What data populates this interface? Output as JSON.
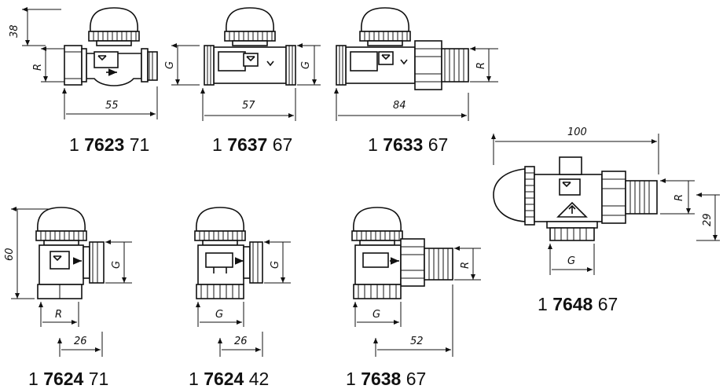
{
  "dimensions": {
    "d38": "38",
    "dR1": "R",
    "dG2": "G",
    "dG3": "G",
    "dR3": "R",
    "d55": "55",
    "d57": "57",
    "d84": "84",
    "d100": "100",
    "dR8": "R",
    "d29": "29",
    "dG8": "G",
    "d60": "60",
    "dG4": "G",
    "dR4": "R",
    "d26a": "26",
    "dG5": "G",
    "dG5b": "G",
    "d26b": "26",
    "dR6": "R",
    "dG6": "G",
    "d52": "52"
  },
  "captions": [
    {
      "pre": "1",
      "bold": "7623",
      "post": "71"
    },
    {
      "pre": "1",
      "bold": "7637",
      "post": "67"
    },
    {
      "pre": "1",
      "bold": "7633",
      "post": "67"
    },
    {
      "pre": "1",
      "bold": "7648",
      "post": "67"
    },
    {
      "pre": "1",
      "bold": "7624",
      "post": "71"
    },
    {
      "pre": "1",
      "bold": "7624",
      "post": "42"
    },
    {
      "pre": "1",
      "bold": "7638",
      "post": "67"
    }
  ]
}
